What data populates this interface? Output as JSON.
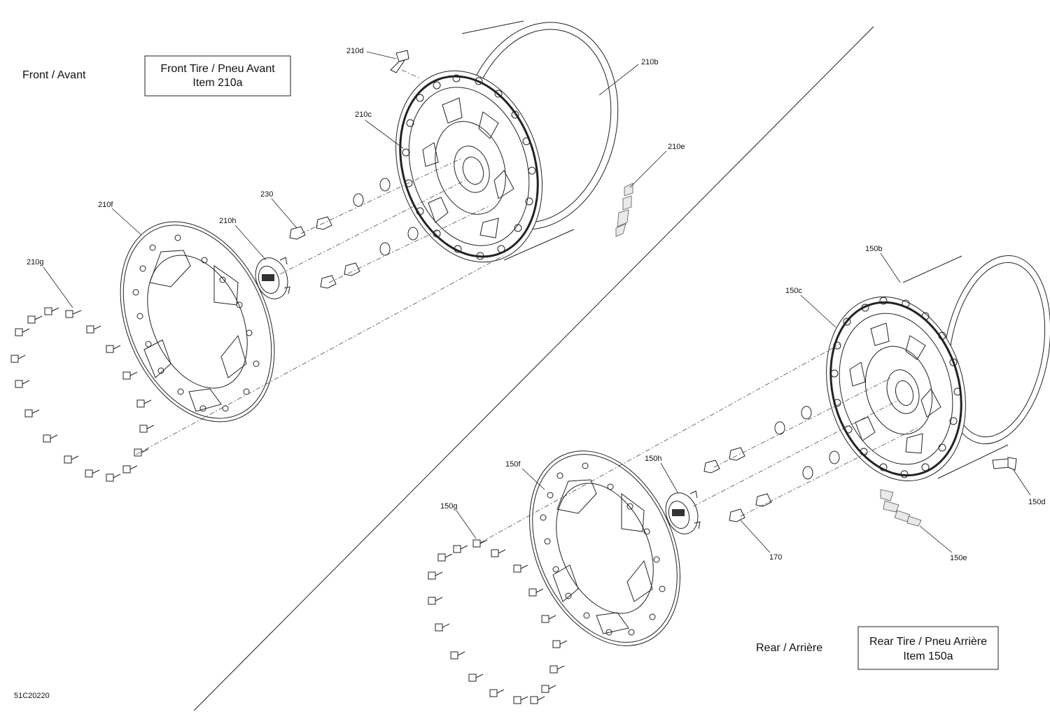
{
  "sections": {
    "front_label": "Front / Avant",
    "rear_label": "Rear / Arrière"
  },
  "boxes": {
    "front": {
      "line1": "Front Tire / Pneu Avant",
      "line2": "Item 210a"
    },
    "rear": {
      "line1": "Rear Tire / Pneu Arrière",
      "line2": "Item 150a"
    }
  },
  "callouts": {
    "c210d": "210d",
    "c210b": "210b",
    "c210c": "210c",
    "c210e": "210e",
    "c230": "230",
    "c210h": "210h",
    "c210f": "210f",
    "c210g": "210g",
    "c150b": "150b",
    "c150c": "150c",
    "c150h": "150h",
    "c150f": "150f",
    "c150g": "150g",
    "c170": "170",
    "c150d": "150d",
    "c150e": "150e"
  },
  "drawing_number": "51C20220"
}
